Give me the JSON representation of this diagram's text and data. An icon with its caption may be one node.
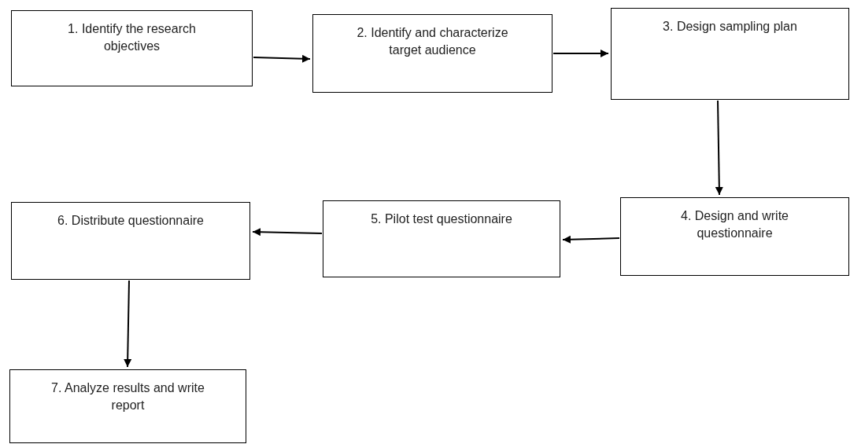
{
  "diagram": {
    "nodes": [
      {
        "text": [
          "1. Identify the research objectives"
        ]
      },
      {
        "text": [
          "2. Identify and characterize target audience"
        ]
      },
      {
        "text": [
          "3. Design sampling plan"
        ]
      },
      {
        "text": [
          "4. Design and write questionnaire"
        ]
      },
      {
        "text": [
          "5. Pilot test questionnaire"
        ]
      },
      {
        "text": [
          "6. Distribute questionnaire"
        ]
      },
      {
        "text": [
          "7. Analyze results and write report"
        ]
      }
    ],
    "edges": [
      {
        "from": 0,
        "to": 1,
        "arrow": "to"
      },
      {
        "from": 1,
        "to": 2,
        "arrow": "to"
      },
      {
        "from": 2,
        "to": 3,
        "arrow": "to"
      },
      {
        "from": 3,
        "to": 4,
        "arrow": "to"
      },
      {
        "from": 4,
        "to": 5,
        "arrow": "to"
      },
      {
        "from": 5,
        "to": 6,
        "arrow": "to"
      }
    ]
  }
}
